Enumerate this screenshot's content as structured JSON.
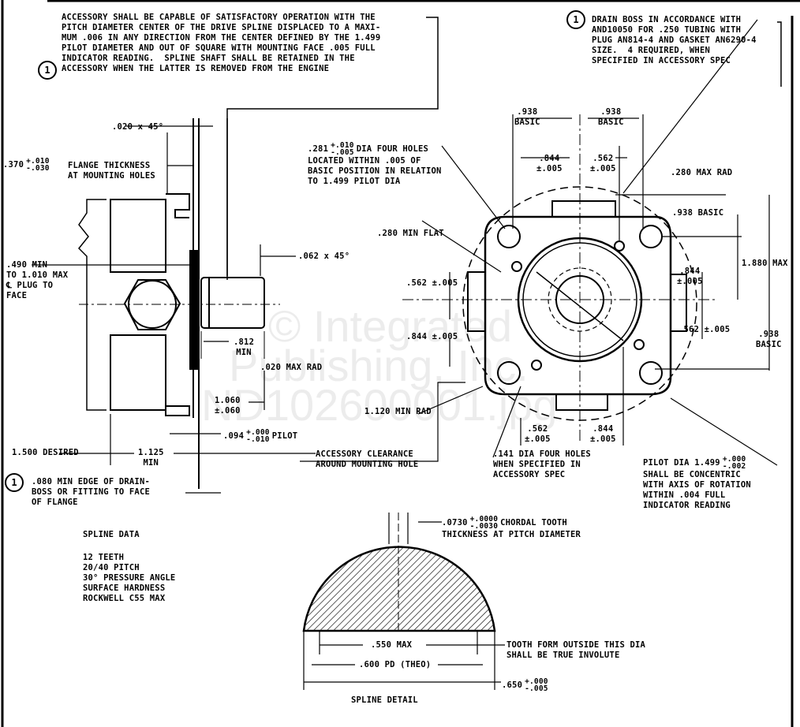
{
  "notes": {
    "marker": "1",
    "top_left_note": [
      "ACCESSORY SHALL BE CAPABLE OF SATISFACTORY OPERATION WITH THE",
      "PITCH DIAMETER CENTER OF THE DRIVE SPLINE DISPLACED TO A MAXI-",
      "MUM .006 IN ANY DIRECTION FROM THE CENTER DEFINED BY THE 1.499",
      "PILOT DIAMETER AND OUT OF SQUARE WITH MOUNTING FACE .005 FULL",
      "INDICATOR READING.  SPLINE SHAFT SHALL BE RETAINED IN THE",
      "ACCESSORY WHEN THE LATTER IS REMOVED FROM THE ENGINE"
    ],
    "top_right_note": [
      "DRAIN BOSS IN ACCORDANCE WITH",
      "AND10050 FOR .250 TUBING WITH",
      "PLUG AN814-4 AND GASKET AN6290-4",
      "SIZE.  4 REQUIRED, WHEN",
      "SPECIFIED IN ACCESSORY SPEC"
    ],
    "drain_edge_note": [
      ".080 MIN EDGE OF DRAIN-",
      "BOSS OR FITTING TO FACE",
      "OF FLANGE"
    ]
  },
  "side_view": {
    "chamfer_020": ".020 x 45°",
    "flange_dim": ".370",
    "flange_tol_plus": "+.010",
    "flange_tol_minus": "-.030",
    "flange_label": [
      "FLANGE THICKNESS",
      "AT MOUNTING HOLES"
    ],
    "plug_note": [
      ".490 MIN",
      "TO 1.010 MAX",
      "℄ PLUG TO",
      "FACE"
    ],
    "chamfer_062": ".062 x 45°",
    "shaft_len": [
      ".812",
      "MIN"
    ],
    "max_rad": ".020 MAX RAD",
    "dim_1060": [
      "1.060",
      "±.060"
    ],
    "pilot_dim": ".094",
    "pilot_tol_plus": "+.000",
    "pilot_tol_minus": "-.010",
    "pilot_label": "PILOT",
    "desired": "1.500 DESIRED",
    "min_1125": [
      "1.125",
      "MIN"
    ],
    "clearance": [
      "ACCESSORY CLEARANCE",
      "AROUND MOUNTING HOLE"
    ]
  },
  "front_view": {
    "basic_938": ".938",
    "basic": "BASIC",
    "hole_dia": ".281",
    "hole_tol_plus": "+.010",
    "hole_tol_minus": "-.005",
    "hole_note": [
      "DIA FOUR HOLES",
      "LOCATED WITHIN .005 OF",
      "BASIC POSITION IN RELATION",
      "TO 1.499 PILOT DIA"
    ],
    "d844": ".844",
    "d562": ".562",
    "tol005": "±.005",
    "max_rad_280": ".280 MAX RAD",
    "basic_938_right": ".938 BASIC",
    "min_flat": ".280 MIN FLAT",
    "max_1880": "1.880 MAX",
    "min_rad_1120": "1.120 MIN RAD",
    "small_holes": [
      ".141 DIA FOUR HOLES",
      "WHEN SPECIFIED IN",
      "ACCESSORY SPEC"
    ],
    "pilot_dia": "PILOT DIA 1.499",
    "pilot_tol_plus": "+.000",
    "pilot_tol_minus": "-.002",
    "pilot_note": [
      "SHALL BE CONCENTRIC",
      "WITH AXIS OF ROTATION",
      "WITHIN .004 FULL",
      "INDICATOR READING"
    ]
  },
  "spline": {
    "title": "SPLINE DATA",
    "items": [
      "12 TEETH",
      "20/40 PITCH",
      "30° PRESSURE ANGLE",
      "SURFACE HARDNESS",
      "ROCKWELL C55 MAX"
    ],
    "chordal": ".0730",
    "chordal_tol_plus": "+.0000",
    "chordal_tol_minus": "-.0030",
    "chordal_label": [
      "CHORDAL TOOTH",
      "THICKNESS AT PITCH DIAMETER"
    ],
    "max_550": ".550 MAX",
    "involute_note": [
      "TOOTH FORM OUTSIDE THIS DIA",
      "SHALL BE TRUE INVOLUTE"
    ],
    "pd_600": ".600 PD (THEO)",
    "od_650": ".650",
    "od_tol_plus": "+.000",
    "od_tol_minus": "-.005",
    "detail_caption": "SPLINE DETAIL"
  },
  "watermark": [
    "© Integrated",
    "Publishing, Inc.",
    "ND102600001.jpg"
  ]
}
